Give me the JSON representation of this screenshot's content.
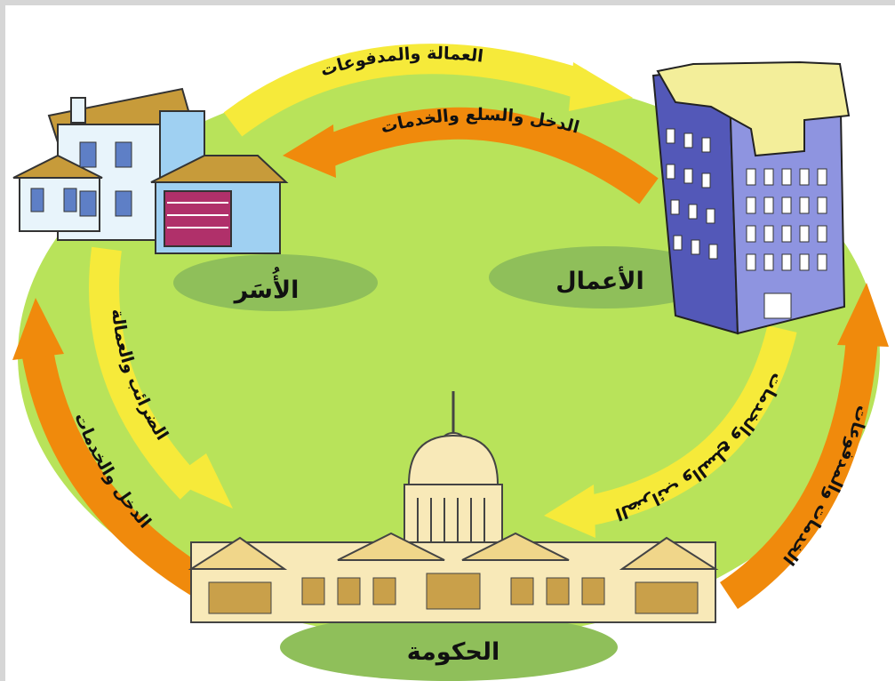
{
  "nodes": {
    "households": "الأُسَر",
    "business": "الأعمال",
    "government": "الحكومة"
  },
  "flows": {
    "labor_payments": "العمالة والمدفوعات",
    "income_goods_services": "الدخل والسلع والخدمات",
    "taxes_labor": "الضرائب والعمالة",
    "income_services_left": "الدخل والخدمات",
    "taxes_goods_services": "الضرائب والسلع والخدمات",
    "services_payments": "الخدمات والمدفوعات"
  },
  "colors": {
    "ground": "#b8e35a",
    "shadow": "#8fbf5a",
    "yellow_arrow": "#f6ea3a",
    "orange_arrow": "#f08a0c",
    "building_blue": "#7f86d8",
    "house_blue": "#9fd0f2",
    "capitol_cream": "#f8e9b8"
  }
}
